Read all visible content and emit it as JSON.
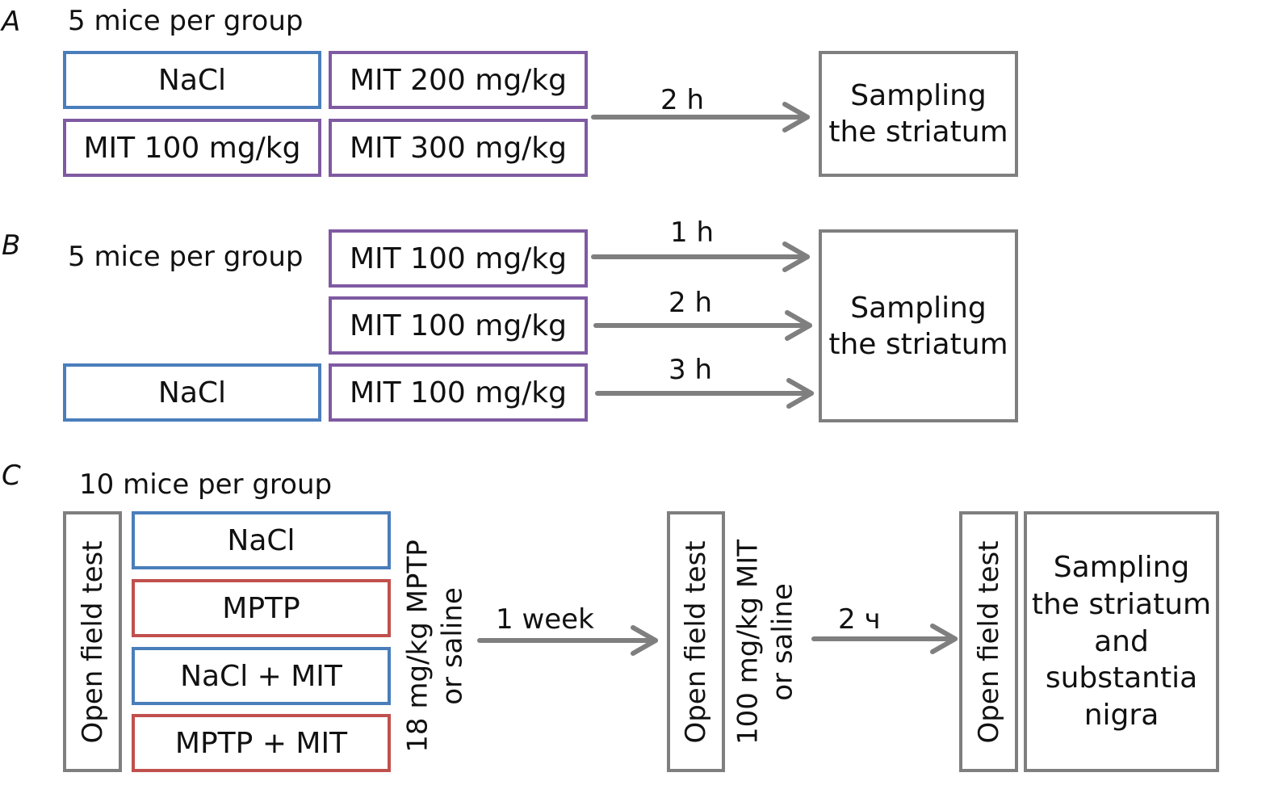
{
  "panel_a": {
    "label": "A",
    "group_caption": "5 mice per group",
    "groups": [
      "NaCl",
      "MIT 200 mg/kg",
      "MIT 100 mg/kg",
      "MIT 300 mg/kg"
    ],
    "interval": "2 h",
    "target": [
      "Sampling",
      "the striatum"
    ]
  },
  "panel_b": {
    "label": "B",
    "group_caption": "5 mice per group",
    "groups": [
      "MIT 100 mg/kg",
      "MIT 100 mg/kg",
      "MIT 100 mg/kg"
    ],
    "control": "NaCl",
    "intervals": [
      "1 h",
      "2 h",
      "3 h"
    ],
    "target": [
      "Sampling",
      "the striatum"
    ]
  },
  "panel_c": {
    "label": "C",
    "group_caption": "10 mice per group",
    "open_field": "Open field test",
    "groups": [
      "NaCl",
      "MPTP",
      "NaCl + MIT",
      "MPTP + MIT"
    ],
    "treatment_1": [
      "18 mg/kg MPTP",
      "or saline"
    ],
    "interval_1": "1 week",
    "treatment_2": [
      "100 mg/kg MIT",
      "or saline"
    ],
    "interval_2": "2 ч",
    "target": [
      "Sampling",
      "the striatum",
      "and",
      "substantia",
      "nigra"
    ]
  },
  "colors": {
    "nacl_border": "#4a7ebb",
    "mit_border": "#7f5aa2",
    "mptp_border": "#c0504d",
    "neutral_border": "#7f7f7f",
    "arrow": "#7f7f7f"
  }
}
